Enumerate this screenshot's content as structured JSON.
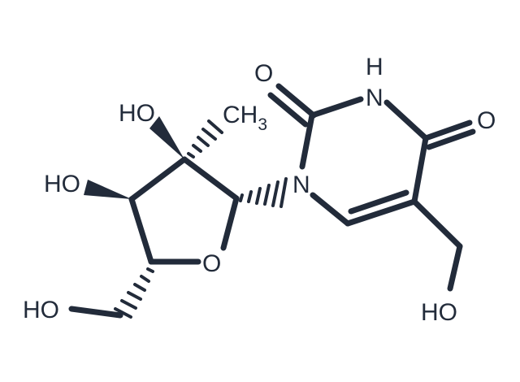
{
  "molecule": {
    "atoms": {
      "o_c2": "O",
      "nh": "H",
      "nh_n": "N",
      "o_c4": "O",
      "ho_c3": "HO",
      "ch3": "CH",
      "ch3_sub": "3",
      "ho_c2": "HO",
      "n1": "N",
      "o_ring": "O",
      "ho_c5": "HO",
      "ho_ch2": "HO"
    },
    "colors": {
      "ink": "#222b3a",
      "background": "#ffffff"
    }
  }
}
